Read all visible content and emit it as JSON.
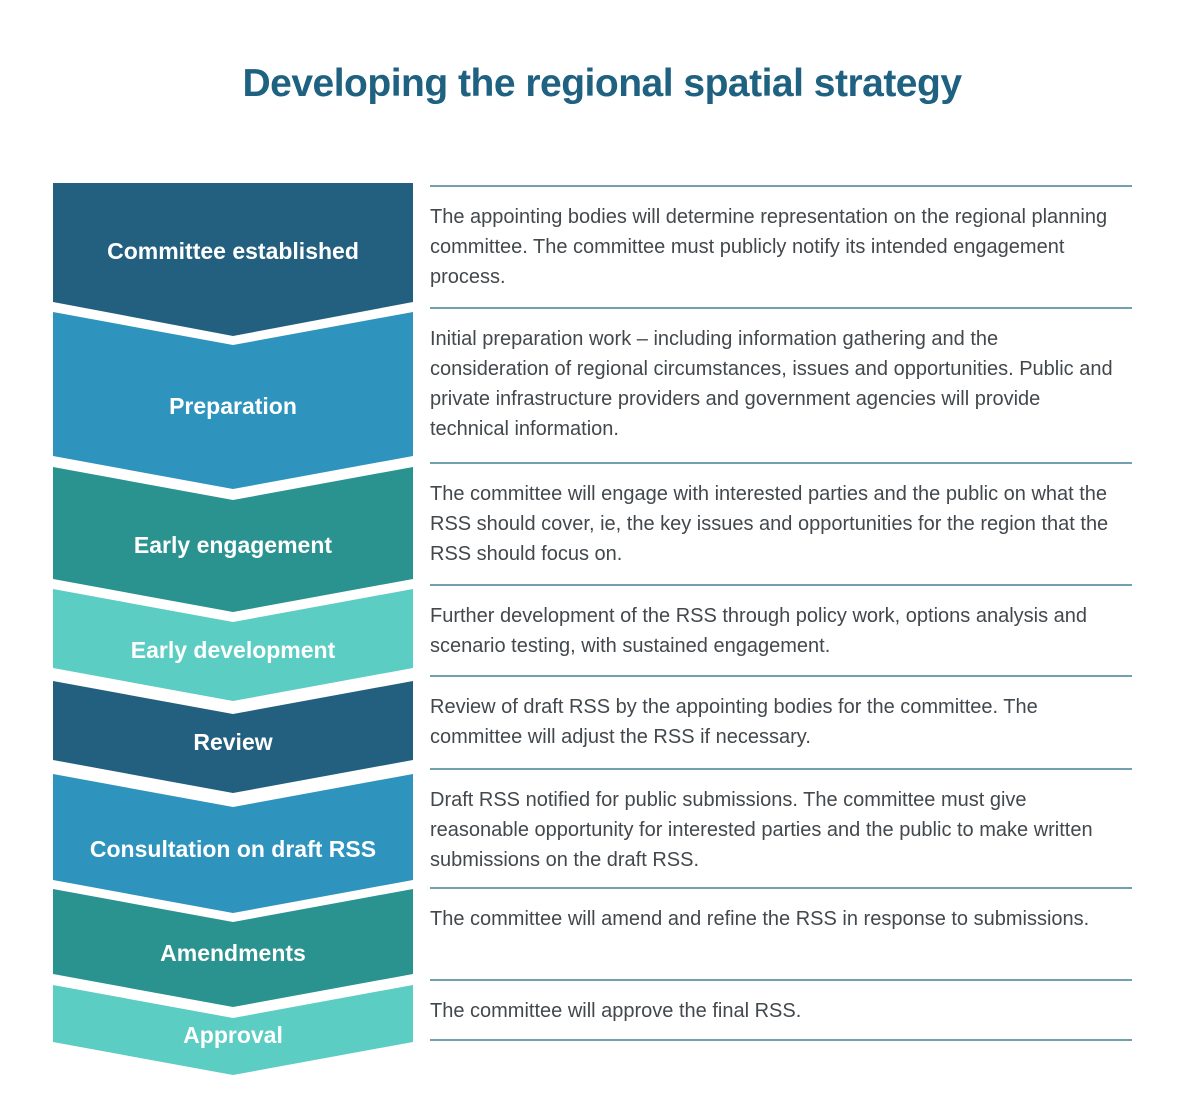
{
  "title": "Developing the regional spatial strategy",
  "colors": {
    "title_text": "#1E6180",
    "separator_line": "#72A0AF",
    "body_text": "#43484C",
    "label_text": "#FFFFFF",
    "dark_blue": "#23607F",
    "medium_blue": "#2E94BE",
    "teal": "#2A938F",
    "mint": "#5CCDC3"
  },
  "steps": [
    {
      "label": "Committee established",
      "color": "#23607F",
      "description": "The appointing bodies will determine representation on the regional planning committee. The committee must publicly notify its intended engagement process."
    },
    {
      "label": "Preparation",
      "color": "#2E94BE",
      "description": "Initial preparation work – including information gathering and the consideration of regional circumstances, issues and opportunities. Public and private infrastructure providers and government agencies will provide technical information."
    },
    {
      "label": "Early engagement",
      "color": "#2A938F",
      "description": "The committee will engage with interested parties and the public on what the RSS should cover, ie, the key issues and opportunities for the region that the RSS should focus on."
    },
    {
      "label": "Early development",
      "color": "#5CCDC3",
      "description": "Further development of the RSS through policy work, options analysis and scenario testing, with sustained engagement."
    },
    {
      "label": "Review",
      "color": "#23607F",
      "description": "Review of draft RSS by the appointing bodies for the committee. The committee will adjust the RSS if necessary."
    },
    {
      "label": "Consultation on draft RSS",
      "color": "#2E94BE",
      "description": "Draft RSS notified for public submissions. The committee must give reasonable opportunity for interested parties and the public to make written submissions on the draft RSS."
    },
    {
      "label": "Amendments",
      "color": "#2A938F",
      "description": "The committee will amend and refine the RSS in response to submissions."
    },
    {
      "label": "Approval",
      "color": "#5CCDC3",
      "description": "The committee will approve the final RSS."
    }
  ]
}
